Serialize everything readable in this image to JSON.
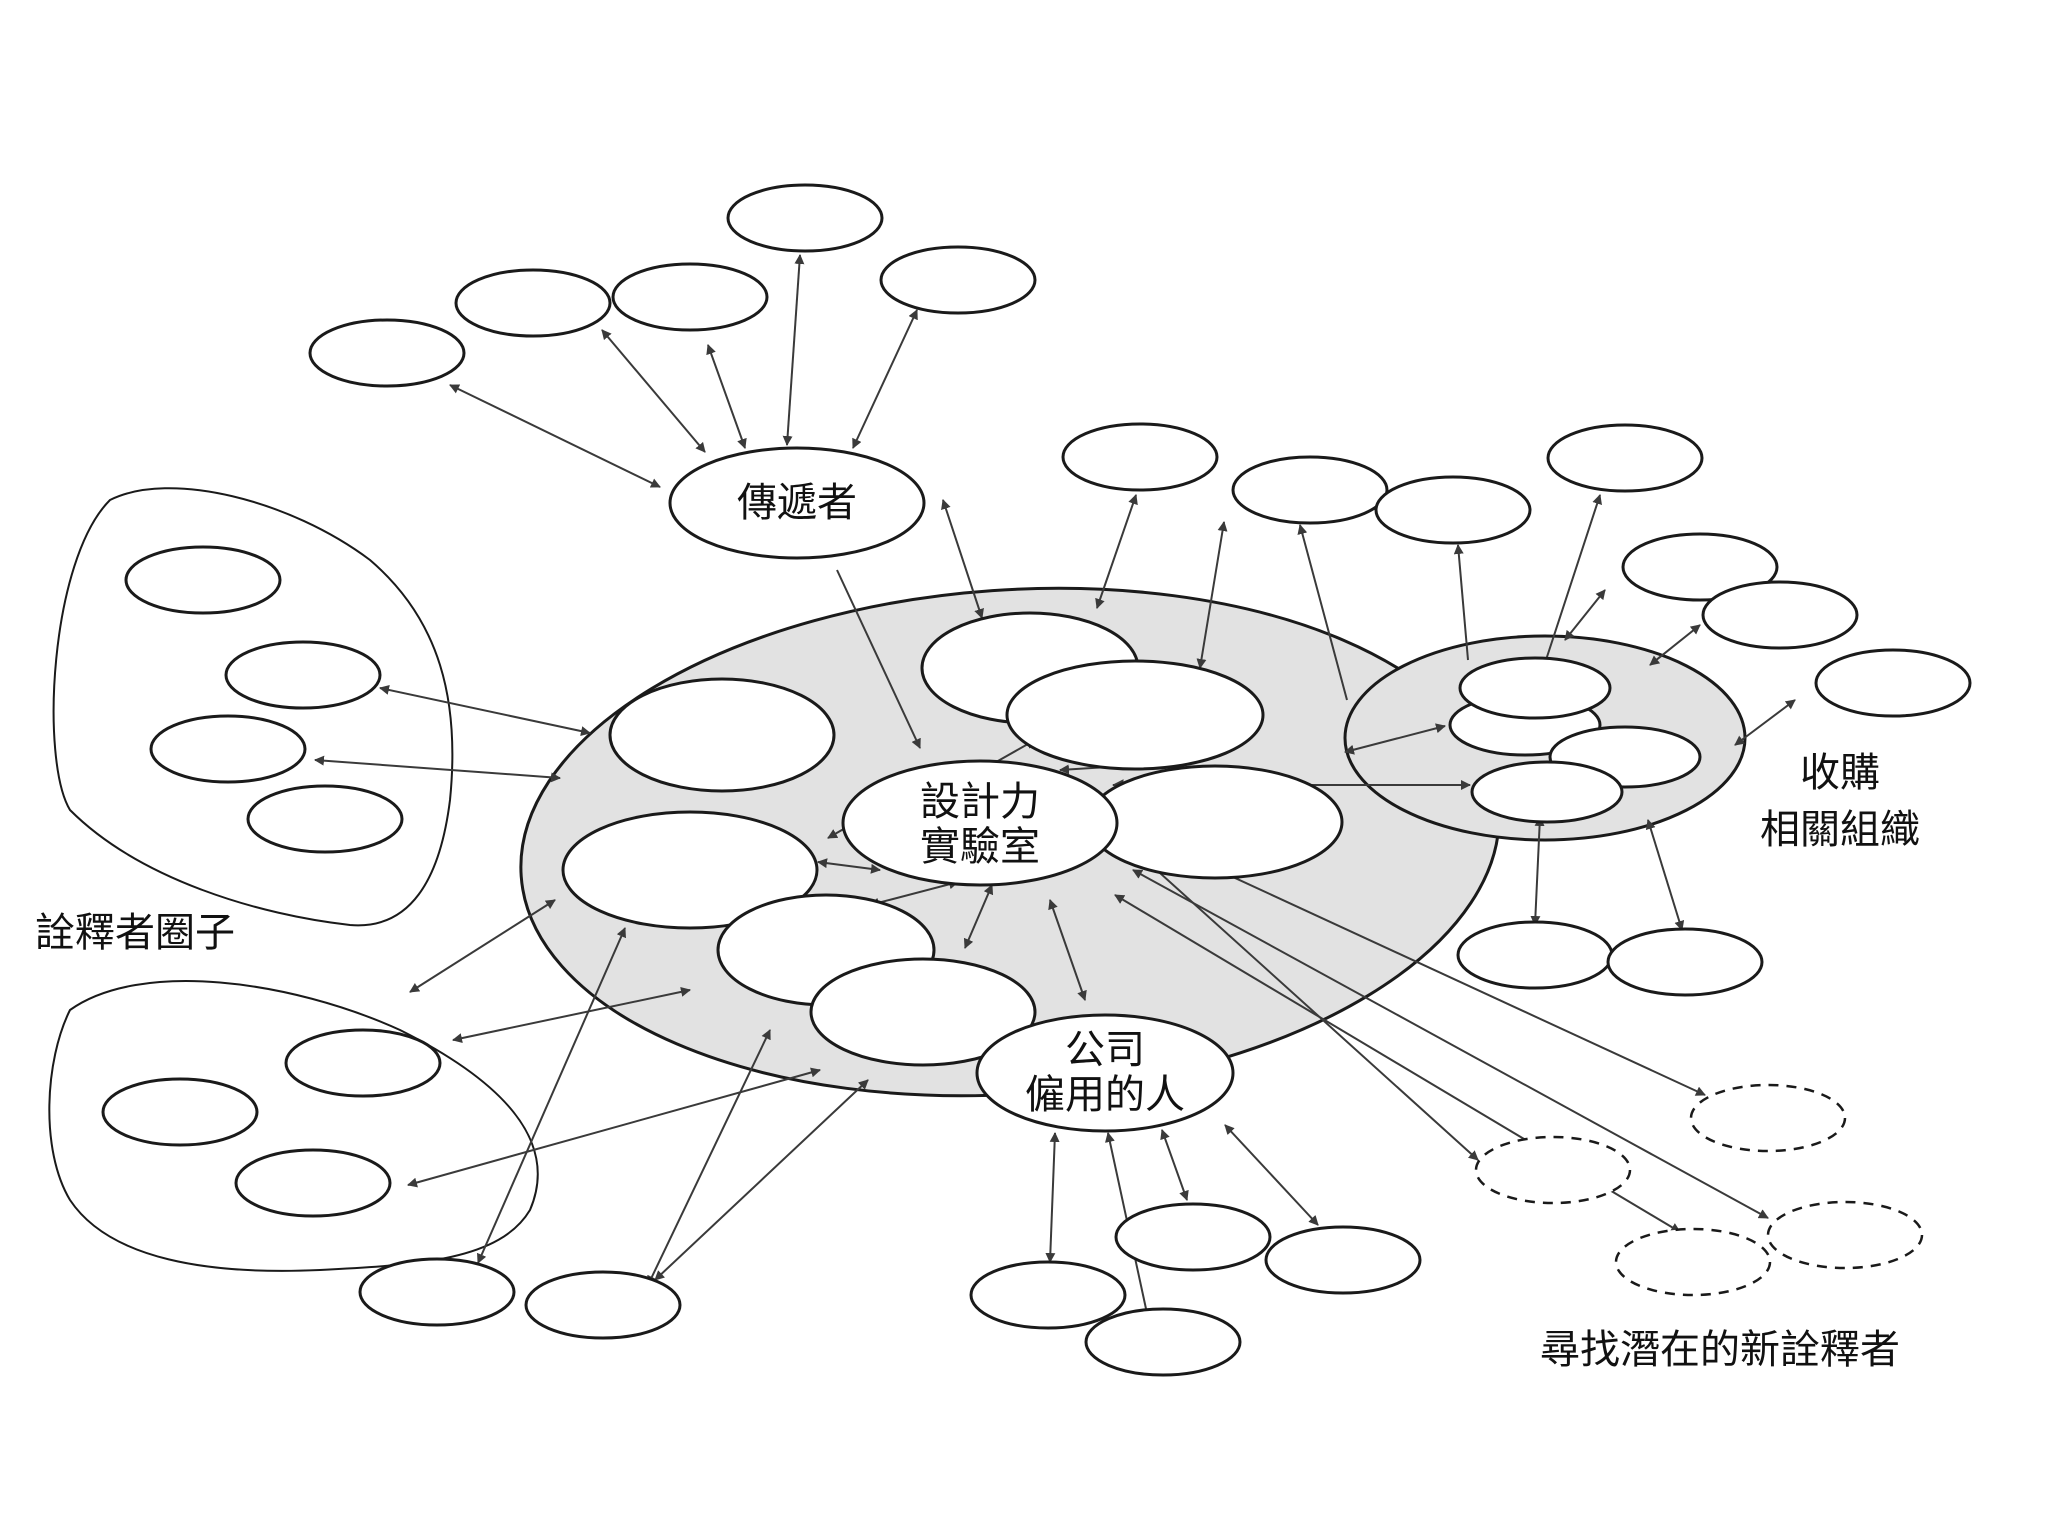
{
  "labels": {
    "transmitters": "傳遞者",
    "lab_line1": "設計力",
    "lab_line2": "實驗室",
    "company_line1": "公司",
    "company_line2": "僱用的人",
    "acquisition_line1": "收購",
    "acquisition_line2": "相關組織",
    "interpreters": "詮釋者圈子",
    "new_interpreters": "尋找潛在的新詮釋者"
  },
  "colors": {
    "stroke": "#1a1a1a",
    "region_fill": "#e2e2e2",
    "background": "#ffffff"
  }
}
